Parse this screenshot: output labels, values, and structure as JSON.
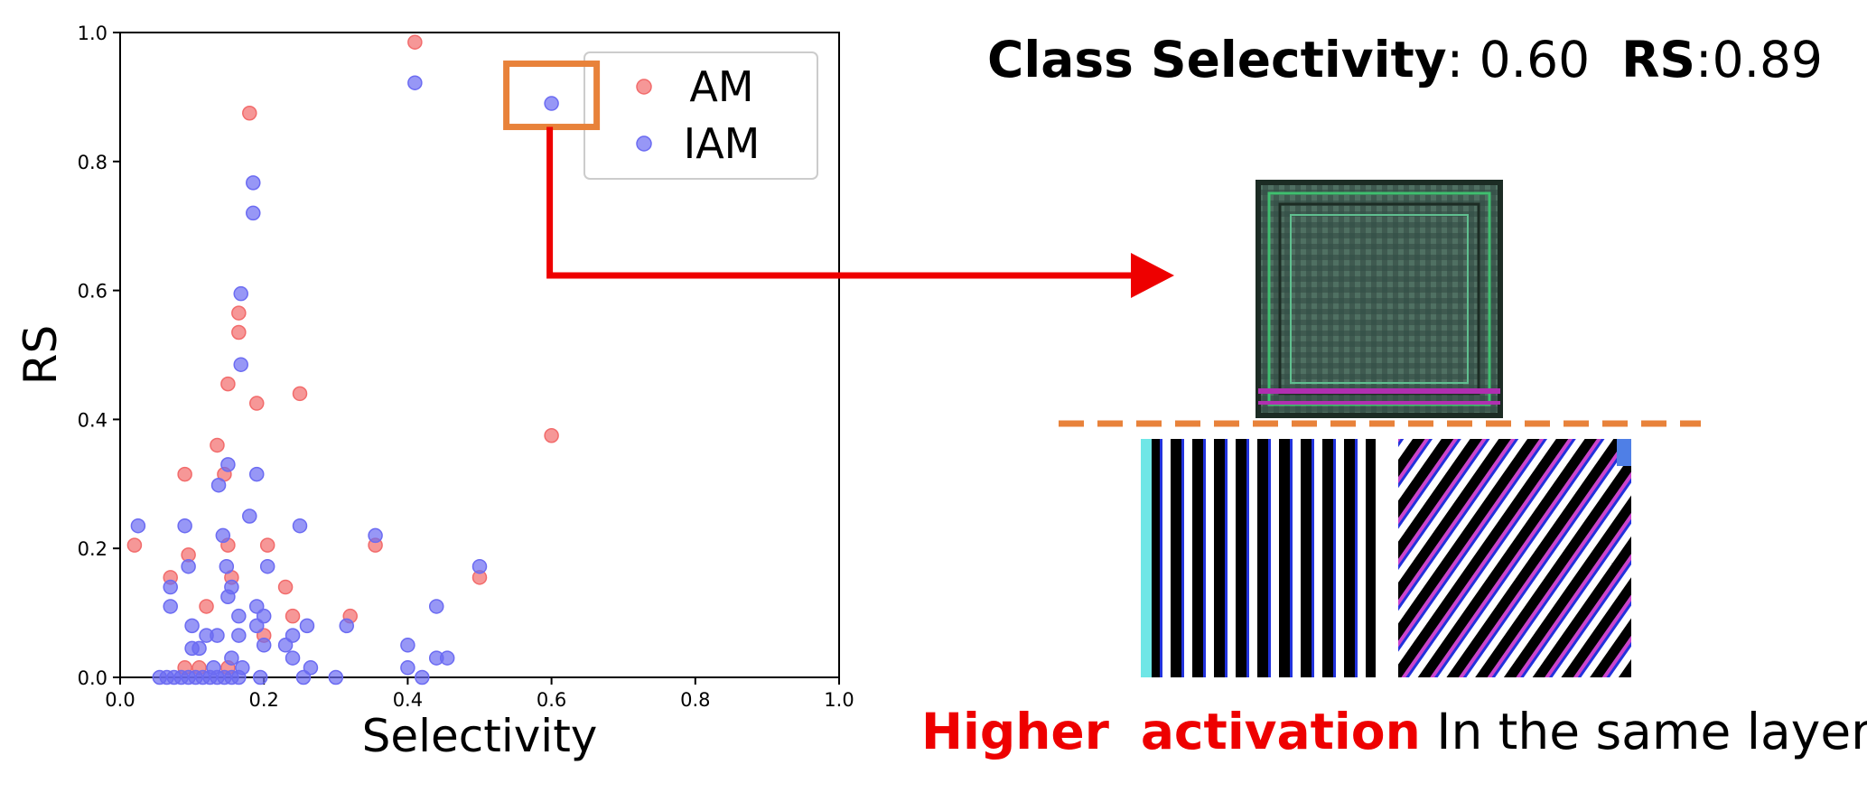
{
  "headline": {
    "class_selectivity_label": "Class Selectivity",
    "class_selectivity_value": ": 0.60",
    "rs_label": "RS",
    "rs_value": ":0.89"
  },
  "caption": {
    "higher": "Higher",
    "activation": "activation",
    "rest": "In the same layer"
  },
  "colors": {
    "am": "#f26b6b",
    "iam": "#6b6bf2",
    "highlight": "#e8823a",
    "arrow": "#ee0000",
    "dashed_line": "#e8823a"
  },
  "chart_data": {
    "type": "scatter",
    "xlabel": "Selectivity",
    "ylabel": "RS",
    "xlim": [
      0.0,
      1.0
    ],
    "ylim": [
      0.0,
      1.0
    ],
    "xticks": [
      "0.0",
      "0.2",
      "0.4",
      "0.6",
      "0.8",
      "1.0"
    ],
    "yticks": [
      "0.0",
      "0.2",
      "0.4",
      "0.6",
      "0.8",
      "1.0"
    ],
    "grid": false,
    "legend": "top-right",
    "highlight_point": {
      "x": 0.6,
      "y": 0.89
    },
    "series": [
      {
        "name": "AM",
        "color": "#f26b6b",
        "points": [
          {
            "x": 0.41,
            "y": 0.985
          },
          {
            "x": 0.18,
            "y": 0.875
          },
          {
            "x": 0.6,
            "y": 0.375
          },
          {
            "x": 0.165,
            "y": 0.565
          },
          {
            "x": 0.165,
            "y": 0.535
          },
          {
            "x": 0.15,
            "y": 0.455
          },
          {
            "x": 0.25,
            "y": 0.44
          },
          {
            "x": 0.19,
            "y": 0.425
          },
          {
            "x": 0.135,
            "y": 0.36
          },
          {
            "x": 0.09,
            "y": 0.315
          },
          {
            "x": 0.145,
            "y": 0.315
          },
          {
            "x": 0.02,
            "y": 0.205
          },
          {
            "x": 0.15,
            "y": 0.205
          },
          {
            "x": 0.205,
            "y": 0.205
          },
          {
            "x": 0.355,
            "y": 0.205
          },
          {
            "x": 0.095,
            "y": 0.19
          },
          {
            "x": 0.07,
            "y": 0.155
          },
          {
            "x": 0.155,
            "y": 0.155
          },
          {
            "x": 0.5,
            "y": 0.155
          },
          {
            "x": 0.23,
            "y": 0.14
          },
          {
            "x": 0.12,
            "y": 0.11
          },
          {
            "x": 0.24,
            "y": 0.095
          },
          {
            "x": 0.32,
            "y": 0.095
          },
          {
            "x": 0.2,
            "y": 0.065
          },
          {
            "x": 0.09,
            "y": 0.015
          },
          {
            "x": 0.11,
            "y": 0.015
          },
          {
            "x": 0.15,
            "y": 0.015
          }
        ]
      },
      {
        "name": "IAM",
        "color": "#6b6bf2",
        "points": [
          {
            "x": 0.41,
            "y": 0.922
          },
          {
            "x": 0.6,
            "y": 0.89
          },
          {
            "x": 0.185,
            "y": 0.767
          },
          {
            "x": 0.185,
            "y": 0.72
          },
          {
            "x": 0.168,
            "y": 0.595
          },
          {
            "x": 0.168,
            "y": 0.485
          },
          {
            "x": 0.15,
            "y": 0.33
          },
          {
            "x": 0.19,
            "y": 0.315
          },
          {
            "x": 0.137,
            "y": 0.298
          },
          {
            "x": 0.18,
            "y": 0.25
          },
          {
            "x": 0.025,
            "y": 0.235
          },
          {
            "x": 0.09,
            "y": 0.235
          },
          {
            "x": 0.25,
            "y": 0.235
          },
          {
            "x": 0.143,
            "y": 0.22
          },
          {
            "x": 0.355,
            "y": 0.22
          },
          {
            "x": 0.095,
            "y": 0.172
          },
          {
            "x": 0.148,
            "y": 0.172
          },
          {
            "x": 0.205,
            "y": 0.172
          },
          {
            "x": 0.5,
            "y": 0.172
          },
          {
            "x": 0.07,
            "y": 0.14
          },
          {
            "x": 0.155,
            "y": 0.14
          },
          {
            "x": 0.15,
            "y": 0.125
          },
          {
            "x": 0.07,
            "y": 0.11
          },
          {
            "x": 0.19,
            "y": 0.11
          },
          {
            "x": 0.44,
            "y": 0.11
          },
          {
            "x": 0.165,
            "y": 0.095
          },
          {
            "x": 0.2,
            "y": 0.095
          },
          {
            "x": 0.1,
            "y": 0.08
          },
          {
            "x": 0.19,
            "y": 0.08
          },
          {
            "x": 0.26,
            "y": 0.08
          },
          {
            "x": 0.315,
            "y": 0.08
          },
          {
            "x": 0.12,
            "y": 0.065
          },
          {
            "x": 0.135,
            "y": 0.065
          },
          {
            "x": 0.165,
            "y": 0.065
          },
          {
            "x": 0.24,
            "y": 0.065
          },
          {
            "x": 0.2,
            "y": 0.05
          },
          {
            "x": 0.23,
            "y": 0.05
          },
          {
            "x": 0.4,
            "y": 0.05
          },
          {
            "x": 0.1,
            "y": 0.045
          },
          {
            "x": 0.11,
            "y": 0.045
          },
          {
            "x": 0.155,
            "y": 0.03
          },
          {
            "x": 0.24,
            "y": 0.03
          },
          {
            "x": 0.44,
            "y": 0.03
          },
          {
            "x": 0.455,
            "y": 0.03
          },
          {
            "x": 0.13,
            "y": 0.015
          },
          {
            "x": 0.17,
            "y": 0.015
          },
          {
            "x": 0.265,
            "y": 0.015
          },
          {
            "x": 0.4,
            "y": 0.015
          },
          {
            "x": 0.055,
            "y": 0.0
          },
          {
            "x": 0.065,
            "y": 0.0
          },
          {
            "x": 0.075,
            "y": 0.0
          },
          {
            "x": 0.085,
            "y": 0.0
          },
          {
            "x": 0.095,
            "y": 0.0
          },
          {
            "x": 0.105,
            "y": 0.0
          },
          {
            "x": 0.115,
            "y": 0.0
          },
          {
            "x": 0.125,
            "y": 0.0
          },
          {
            "x": 0.135,
            "y": 0.0
          },
          {
            "x": 0.145,
            "y": 0.0
          },
          {
            "x": 0.155,
            "y": 0.0
          },
          {
            "x": 0.165,
            "y": 0.0
          },
          {
            "x": 0.195,
            "y": 0.0
          },
          {
            "x": 0.255,
            "y": 0.0
          },
          {
            "x": 0.3,
            "y": 0.0
          },
          {
            "x": 0.42,
            "y": 0.0
          }
        ]
      }
    ]
  }
}
